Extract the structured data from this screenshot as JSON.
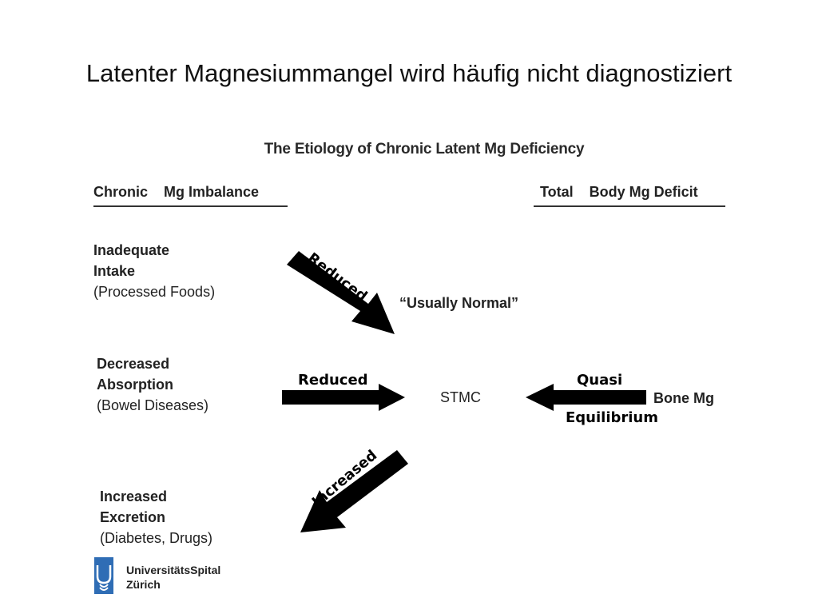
{
  "slide": {
    "title": "Latenter Magnesiummangel wird häufig nicht diagnostiziert"
  },
  "diagram": {
    "title": "The Etiology of Chronic Latent Mg Deficiency",
    "left_header": {
      "part1": "Chronic",
      "part2": "Mg Imbalance"
    },
    "right_header": {
      "part1": "Total",
      "part2": "Body Mg Deficit"
    },
    "causes": [
      {
        "line1": "Inadequate",
        "line2": "Intake",
        "detail": "(Processed Foods)"
      },
      {
        "line1": "Decreased",
        "line2": "Absorption",
        "detail": "(Bowel Diseases)"
      },
      {
        "line1": "Increased",
        "line2": "Excretion",
        "detail": "(Diabetes, Drugs)"
      }
    ],
    "arrows": {
      "intake": "Reduced",
      "absorption": "Reduced",
      "excretion": "Increased",
      "bone_top": "Quasi",
      "bone_bottom": "Equilibrium"
    },
    "usually_normal": "“Usually Normal”",
    "center": "STMC",
    "bone": "Bone Mg"
  },
  "logo": {
    "line1": "UniversitätsSpital",
    "line2": "Zürich",
    "color": "#2f6db5"
  }
}
